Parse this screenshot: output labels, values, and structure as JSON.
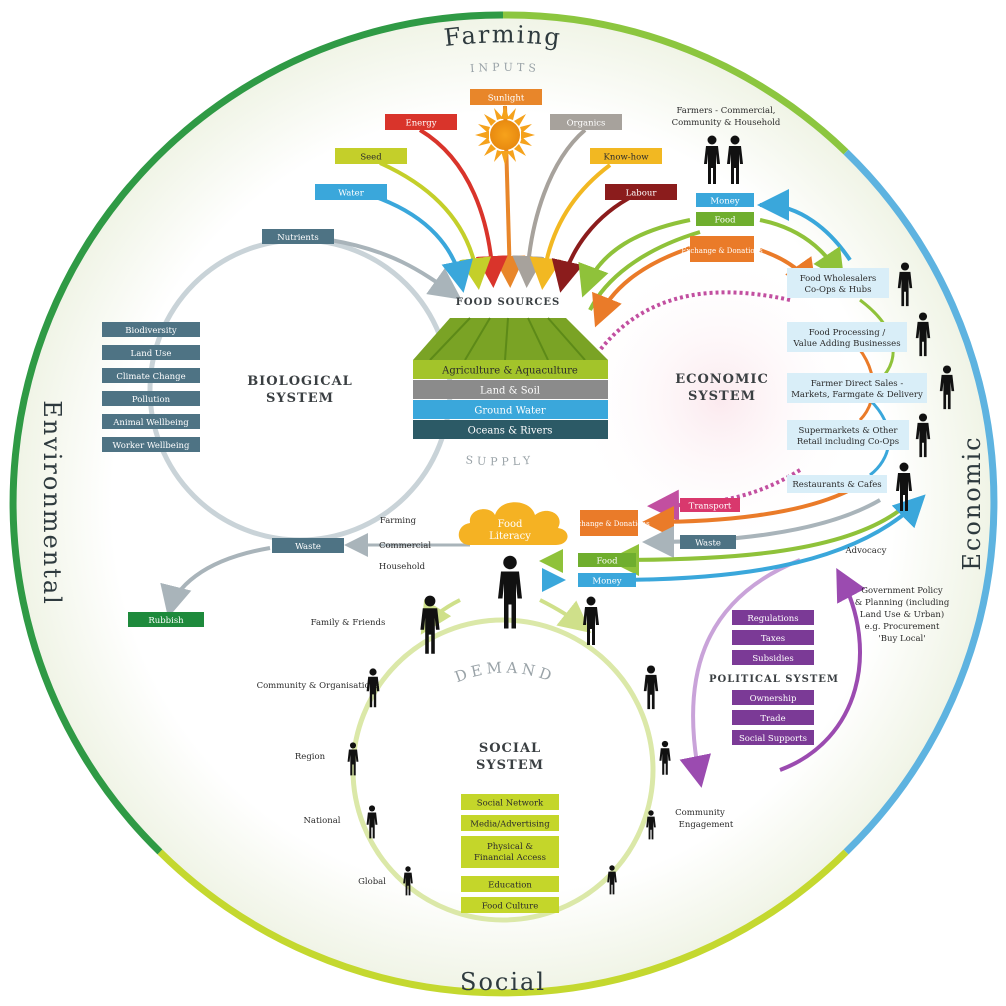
{
  "outer_labels": {
    "top": "Farming",
    "left": "Environmental",
    "right": "Economic",
    "bottom": "Social"
  },
  "inputs_label": "INPUTS",
  "supply_label": "SUPPLY",
  "demand_label": "DEMAND",
  "inputs": [
    {
      "label": "Sunlight",
      "color": "#e8862a"
    },
    {
      "label": "Energy",
      "color": "#d9342b"
    },
    {
      "label": "Organics",
      "color": "#a7a29c"
    },
    {
      "label": "Seed",
      "color": "#c4cf2a"
    },
    {
      "label": "Know-how",
      "color": "#f2b822"
    },
    {
      "label": "Water",
      "color": "#3aa7db"
    },
    {
      "label": "Labour",
      "color": "#8b1c1c"
    }
  ],
  "food_sources": {
    "title": "FOOD SOURCES",
    "layers": [
      {
        "label": "Agriculture & Aquaculture",
        "color": "#a3c42a"
      },
      {
        "label": "Land & Soil",
        "color": "#8b8b8b"
      },
      {
        "label": "Ground Water",
        "color": "#3aa7db"
      },
      {
        "label": "Oceans & Rivers",
        "color": "#2c5a66"
      }
    ]
  },
  "biological": {
    "title_line1": "BIOLOGICAL",
    "title_line2": "SYSTEM",
    "nutrients": "Nutrients",
    "waste": "Waste",
    "rubbish": "Rubbish",
    "factors": [
      "Biodiversity",
      "Land Use",
      "Climate Change",
      "Pollution",
      "Animal Wellbeing",
      "Worker Wellbeing"
    ],
    "waste_sources": [
      "Farming",
      "Commercial",
      "Household"
    ]
  },
  "economic": {
    "title_line1": "ECONOMIC",
    "title_line2": "SYSTEM",
    "farmers_label_line1": "Farmers - Commercial,",
    "farmers_label_line2": "Community & Household",
    "top_flows": [
      "Money",
      "Food",
      "Exchange & Donations"
    ],
    "businesses": [
      [
        "Food Wholesalers",
        "Co-Ops & Hubs"
      ],
      [
        "Food Processing /",
        "Value Adding Businesses"
      ],
      [
        "Farmer Direct Sales -",
        "Markets, Farmgate & Delivery"
      ],
      [
        "Supermarkets & Other",
        "Retail including Co-Ops"
      ],
      [
        "Restaurants & Cafes"
      ]
    ],
    "bottom_flows": [
      "Transport",
      "Exchange & Donations",
      "Waste",
      "Food",
      "Money"
    ]
  },
  "food_literacy": {
    "line1": "Food",
    "line2": "Literacy"
  },
  "political": {
    "title": "POLITICAL SYSTEM",
    "items_top": [
      "Regulations",
      "Taxes",
      "Subsidies"
    ],
    "items_bottom": [
      "Ownership",
      "Trade",
      "Social Supports"
    ],
    "advocacy": "Advocacy",
    "policy": [
      "Government Policy",
      "& Planning (including",
      "Land Use & Urban)",
      "e.g. Procurement",
      "'Buy Local'"
    ],
    "community": [
      "Community",
      "Engagement"
    ]
  },
  "social": {
    "title_line1": "SOCIAL",
    "title_line2": "SYSTEM",
    "items": [
      "Social Network",
      "Media/Advertising",
      "Physical & Financial Access",
      "Education",
      "Food Culture"
    ],
    "scales": [
      "Family & Friends",
      "Community & Organisations",
      "Region",
      "National",
      "Global"
    ]
  }
}
